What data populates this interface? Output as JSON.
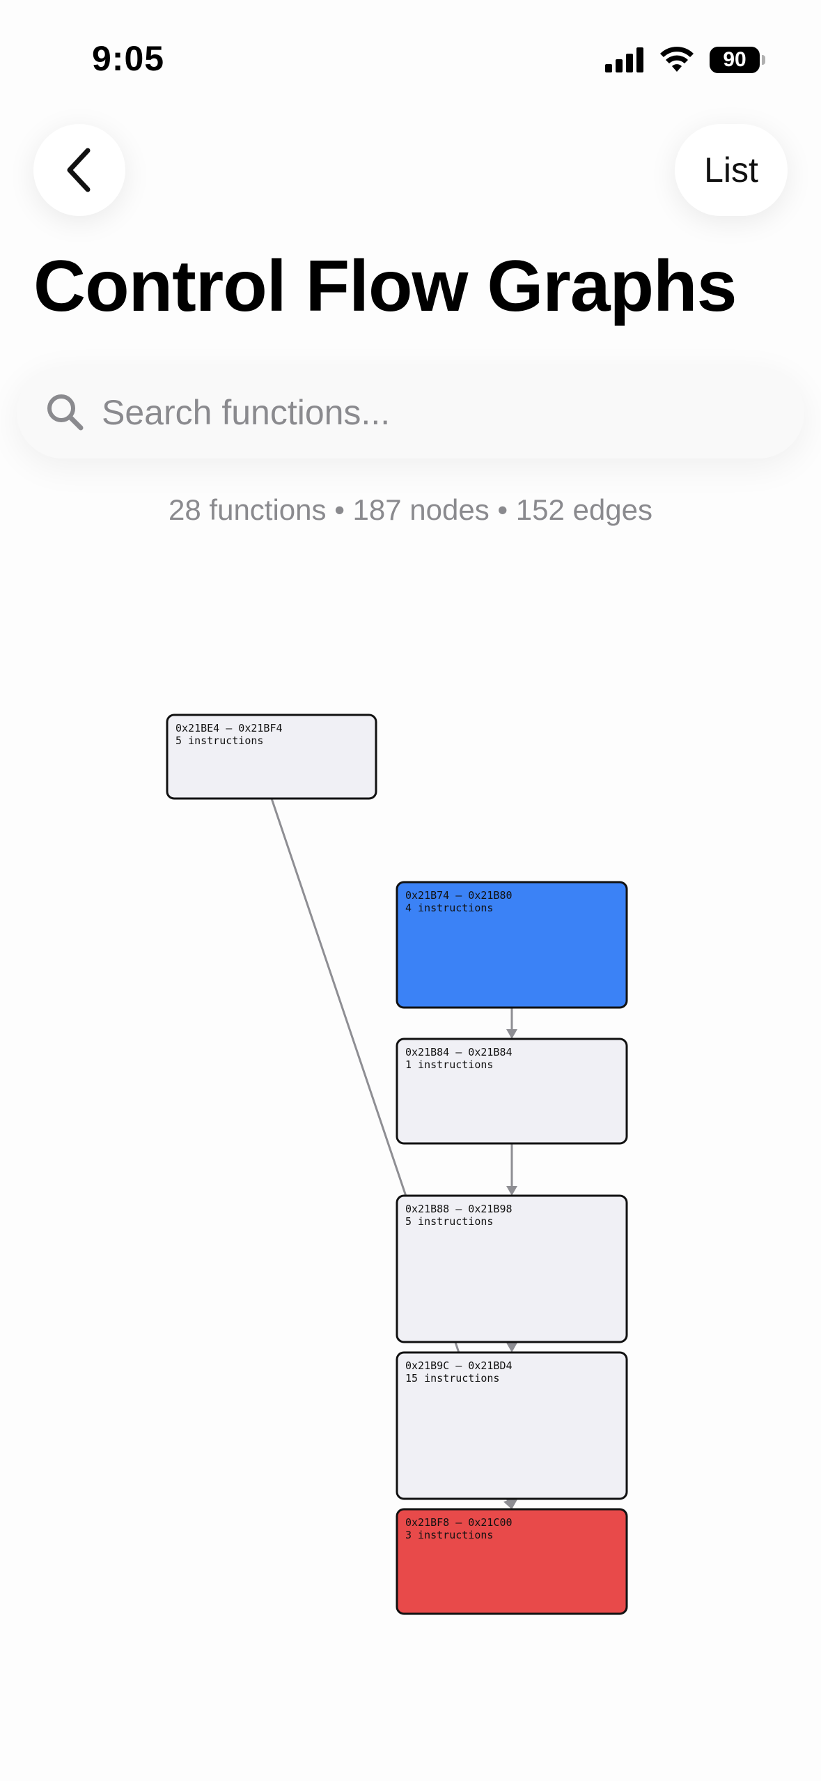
{
  "status_bar": {
    "time": "9:05",
    "battery": "90",
    "icons": [
      "signal-bars-icon",
      "wifi-icon",
      "battery-icon"
    ]
  },
  "nav": {
    "back_icon": "chevron-left-icon",
    "list_label": "List"
  },
  "title": "Control Flow Graphs",
  "search": {
    "placeholder": "Search functions...",
    "value": "",
    "icon": "search-icon"
  },
  "stats": "28 functions • 187 nodes • 152 edges",
  "graph": {
    "colors": {
      "default": "#f0f0f5",
      "entry": "#3b82f6",
      "exit": "#e84a4a"
    },
    "nodes": [
      {
        "id": "n1",
        "range": "0x21BE4 – 0x21BF4",
        "instructions": "5 instructions",
        "kind": "default"
      },
      {
        "id": "n2",
        "range": "0x21B74 – 0x21B80",
        "instructions": "4 instructions",
        "kind": "entry"
      },
      {
        "id": "n3",
        "range": "0x21B84 – 0x21B84",
        "instructions": "1 instructions",
        "kind": "default"
      },
      {
        "id": "n4",
        "range": "0x21B88 – 0x21B98",
        "instructions": "5 instructions",
        "kind": "default"
      },
      {
        "id": "n5",
        "range": "0x21B9C – 0x21BD4",
        "instructions": "15 instructions",
        "kind": "default"
      },
      {
        "id": "n6",
        "range": "0x21BF8 – 0x21C00",
        "instructions": "3 instructions",
        "kind": "exit"
      }
    ],
    "edges": [
      {
        "from": "n2",
        "to": "n3"
      },
      {
        "from": "n3",
        "to": "n4"
      },
      {
        "from": "n4",
        "to": "n5"
      },
      {
        "from": "n5",
        "to": "n6"
      },
      {
        "from": "n1",
        "to": "n6"
      }
    ]
  }
}
